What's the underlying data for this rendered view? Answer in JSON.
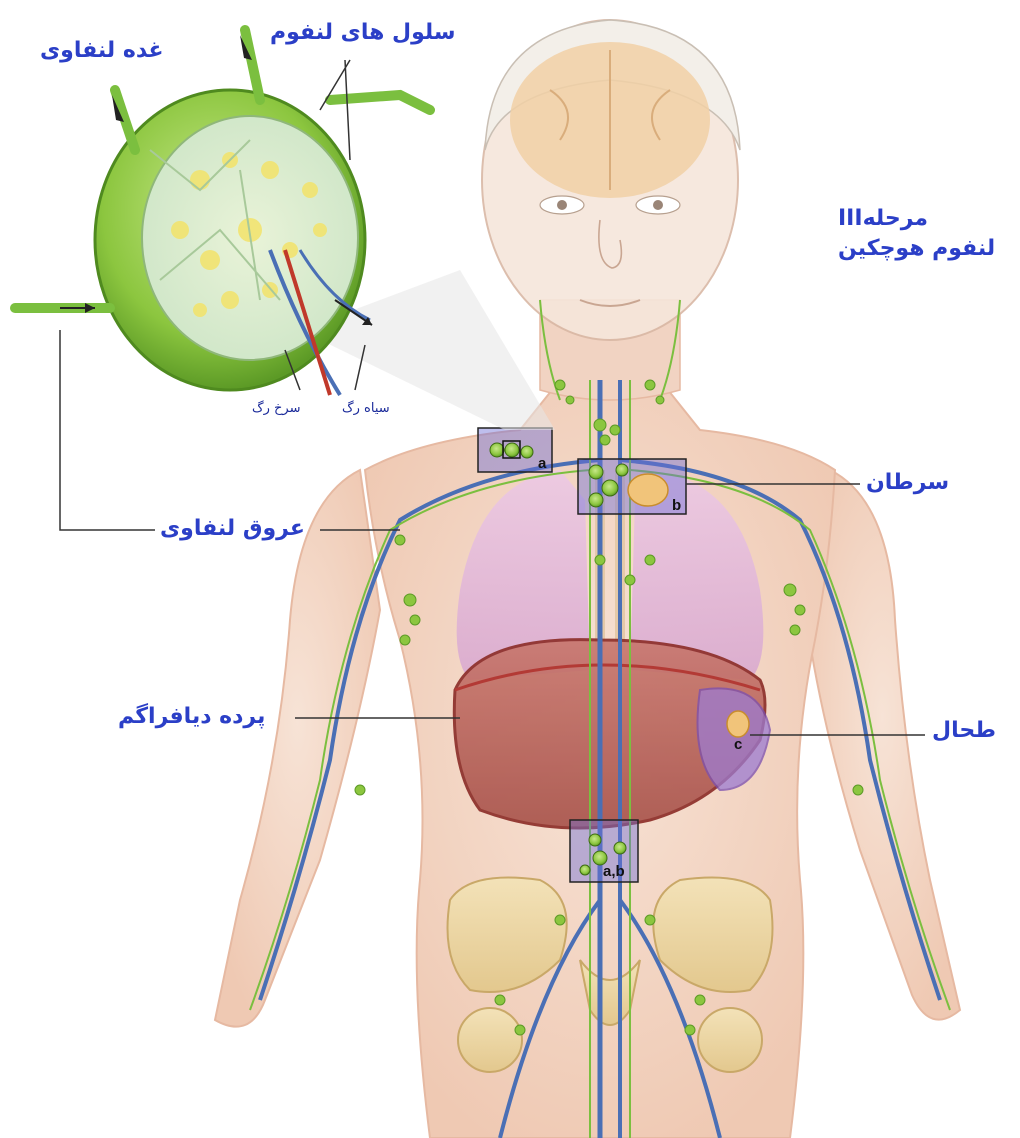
{
  "diagram": {
    "stage_title": {
      "line1": "مرحلهIII",
      "line2": "لنفوم هوچکین"
    },
    "labels": {
      "lymph_gland": "غده لنفاوی",
      "lymphoma_cells": "سلول های لنفوم",
      "vein": "سیاه رگ",
      "artery": "سرخ رگ",
      "lymph_vessels": "عروق لنفاوی",
      "diaphragm": "پرده دیافراگم",
      "cancer": "سرطان",
      "spleen": "طحال"
    },
    "box_markers": {
      "a": "a",
      "b": "b",
      "c": "c",
      "ab": "a,b"
    },
    "colors": {
      "label_blue": "#2b3fc7",
      "node_green": "#8cc63f",
      "highlight_box": "#6f6fd8",
      "lymph_vessel": "#7bbf3f",
      "vein_blue": "#4a6fb5",
      "artery_red": "#c0392b"
    }
  }
}
